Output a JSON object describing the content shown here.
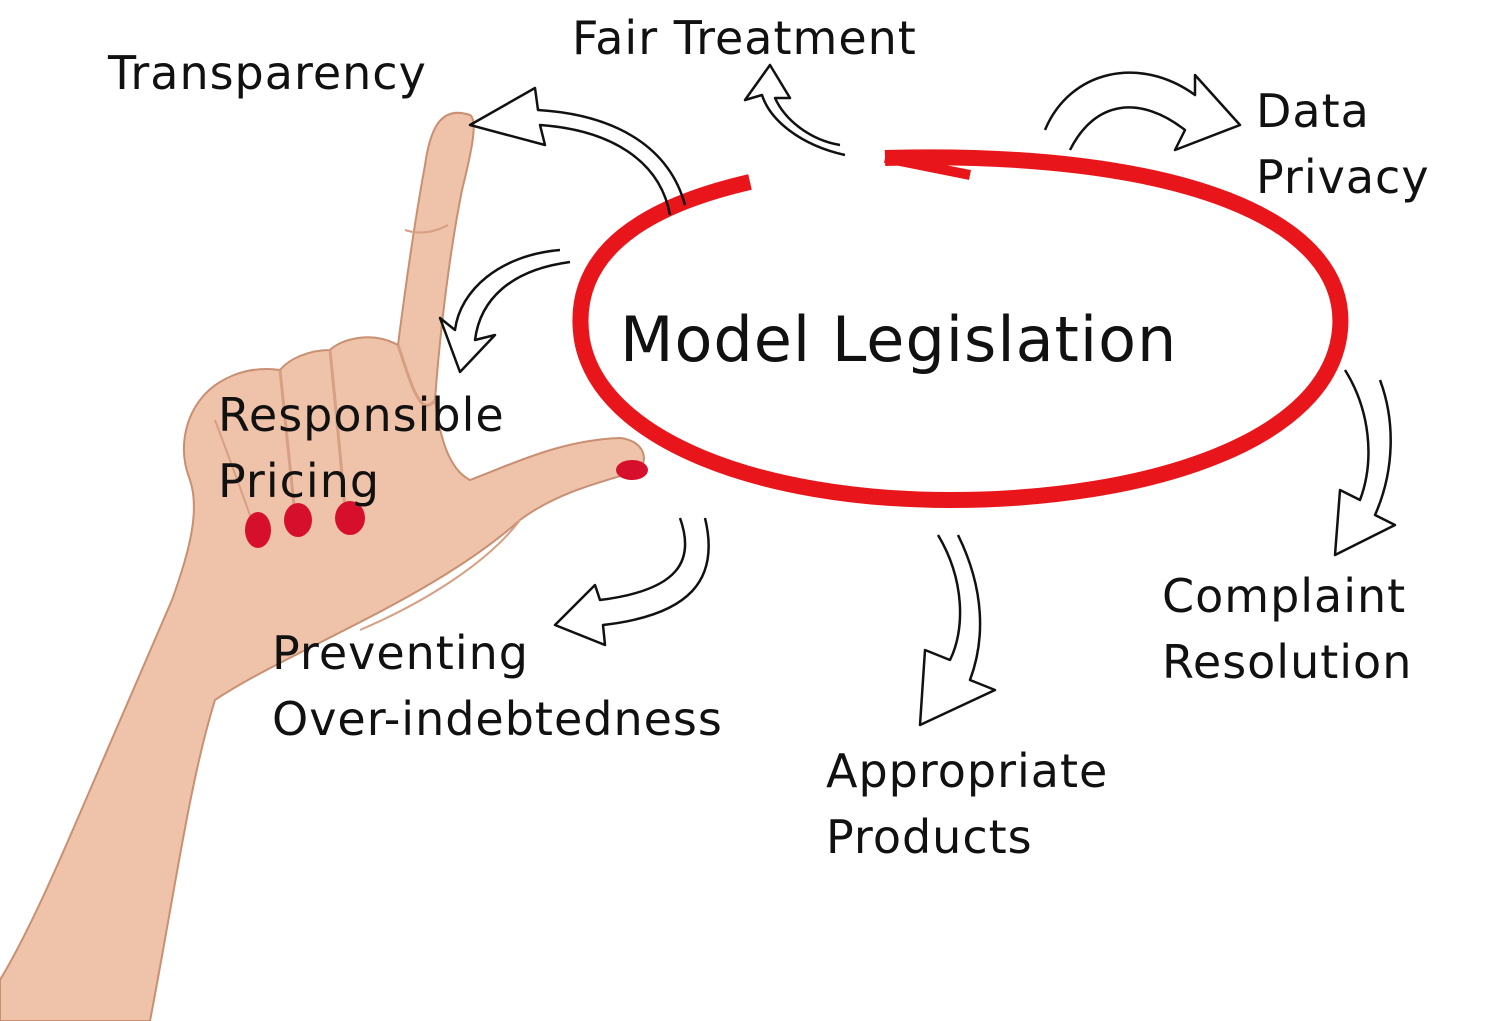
{
  "center": {
    "label": "Model Legislation"
  },
  "topics": {
    "transparency": [
      "Transparency"
    ],
    "fair_treatment": [
      "Fair Treatment"
    ],
    "data_privacy": [
      "Data",
      "Privacy"
    ],
    "responsible_pricing": [
      "Responsible",
      "Pricing"
    ],
    "complaint_resolution": [
      "Complaint",
      "Resolution"
    ],
    "preventing": [
      "Preventing",
      "Over-indebtedness"
    ],
    "appropriate_products": [
      "Appropriate",
      "Products"
    ]
  },
  "colors": {
    "ring": "#e8161b",
    "text": "#111111",
    "skin": "#efc3a9",
    "skin_shadow": "#d79f83",
    "nail": "#d6102c",
    "background": "#ffffff"
  },
  "icons": [
    "hand-pointing-up-icon"
  ]
}
